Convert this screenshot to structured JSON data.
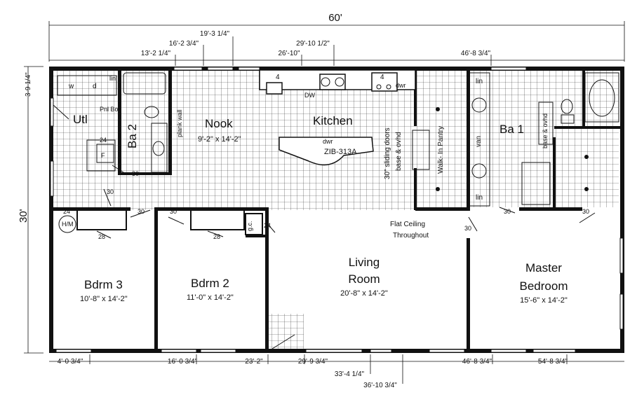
{
  "overall": {
    "width": "60'",
    "depth": "30'"
  },
  "top_dims": [
    "3-9 1/4\"",
    "13'-2 1/4\"",
    "16'-2 3/4\"",
    "19'-3 1/4\"",
    "26'-10\"",
    "29'-10 1/2\"",
    "46'-8 3/4\""
  ],
  "bottom_dims": [
    "4'-0 3/4\"",
    "16'-0 3/4\"",
    "23'-2\"",
    "29'-9 3/4\"",
    "33'-4 1/4\"",
    "36'-10 3/4\"",
    "46'-8 3/4\"",
    "54'-8 3/4\""
  ],
  "rooms": {
    "utl": "Utl",
    "pnl_box": "Pnl Box",
    "ba2": "Ba 2",
    "plank_wall": "plank wall",
    "nook": {
      "name": "Nook",
      "size": "9'-2\" x 14'-2\""
    },
    "kitchen": "Kitchen",
    "island_dwr": "dwr",
    "island_model": "ZIB-313A",
    "sliding_doors": "30\" sliding doors",
    "base_ovhd": "base & ovhd",
    "pantry": "Walk- In Pantry",
    "ba1": "Ba 1",
    "ba1_base_ovhd": "base & ovhd",
    "van": "van",
    "lin": "lin",
    "bdrm3": {
      "name": "Bdrm 3",
      "size": "10'-8\" x 14'-2\""
    },
    "bdrm2": {
      "name": "Bdrm 2",
      "size": "11'-0\" x 14'-2\""
    },
    "living": {
      "name1": "Living",
      "name2": "Room",
      "size": "20'-8\" x 14'-2\""
    },
    "master": {
      "name1": "Master",
      "name2": "Bedroom",
      "size": "15'-6\" x 14'-2\""
    },
    "flat_ceiling": "Flat Ceiling",
    "throughout": "Throughout"
  },
  "labels": {
    "w": "w",
    "d": "d",
    "lin_utl": "lin",
    "f": "F",
    "n24a": "24",
    "dw": "DW",
    "dwr": "dwr",
    "four_a": "4",
    "four_b": "4",
    "hm": "H/M",
    "gc": "g.c.",
    "n24b": "24",
    "n24c": "24",
    "n28a": "28",
    "n28b": "28",
    "n30a": "30",
    "n30b": "30",
    "n30c": "30",
    "n30d": "30",
    "n30e": "30",
    "n30f": "30",
    "n30g": "30",
    "n30h": "30"
  }
}
